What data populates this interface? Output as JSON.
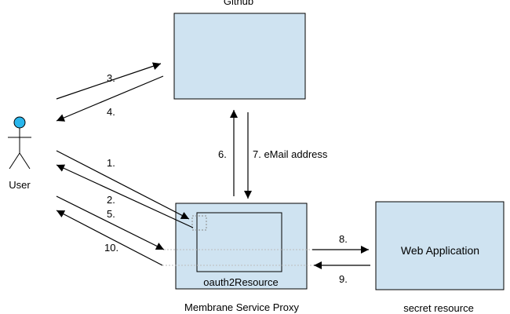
{
  "nodes": {
    "github": {
      "label": "Github"
    },
    "proxy": {
      "label": "Membrane Service Proxy",
      "inner_label": "oauth2Resource"
    },
    "webapp": {
      "label": "Web Application",
      "caption": "secret resource"
    },
    "user": {
      "label": "User"
    }
  },
  "arrows": {
    "a1": "1.",
    "a2": "2.",
    "a3": "3.",
    "a4": "4.",
    "a5": "5.",
    "a6": "6.",
    "a7": "7.  eMail address",
    "a8": "8.",
    "a9": "9.",
    "a10": "10."
  },
  "colors": {
    "box_fill": "#cfe3f1",
    "box_stroke": "#000000",
    "user_head": "#29b6ec",
    "dotted": "#bdbdbd"
  }
}
